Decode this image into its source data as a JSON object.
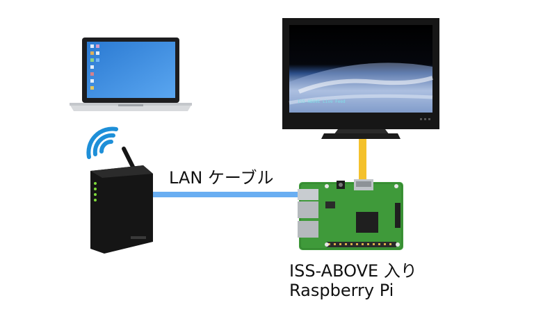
{
  "labels": {
    "lan_cable": "LAN ケーブル",
    "pi_line1": "ISS-ABOVE 入り",
    "pi_line2": "Raspberry Pi",
    "tv_caption": "ISS-ABOVE Live Feed"
  },
  "colors": {
    "lan_cable": "#69aef2",
    "hdmi_cable": "#f4c12c",
    "wifi": "#1e8fd8",
    "board": "#3f9a3a",
    "router": "#151515"
  },
  "icons": [
    "laptop-icon",
    "wifi-icon",
    "router-icon",
    "monitor-icon",
    "raspberry-pi-board"
  ]
}
